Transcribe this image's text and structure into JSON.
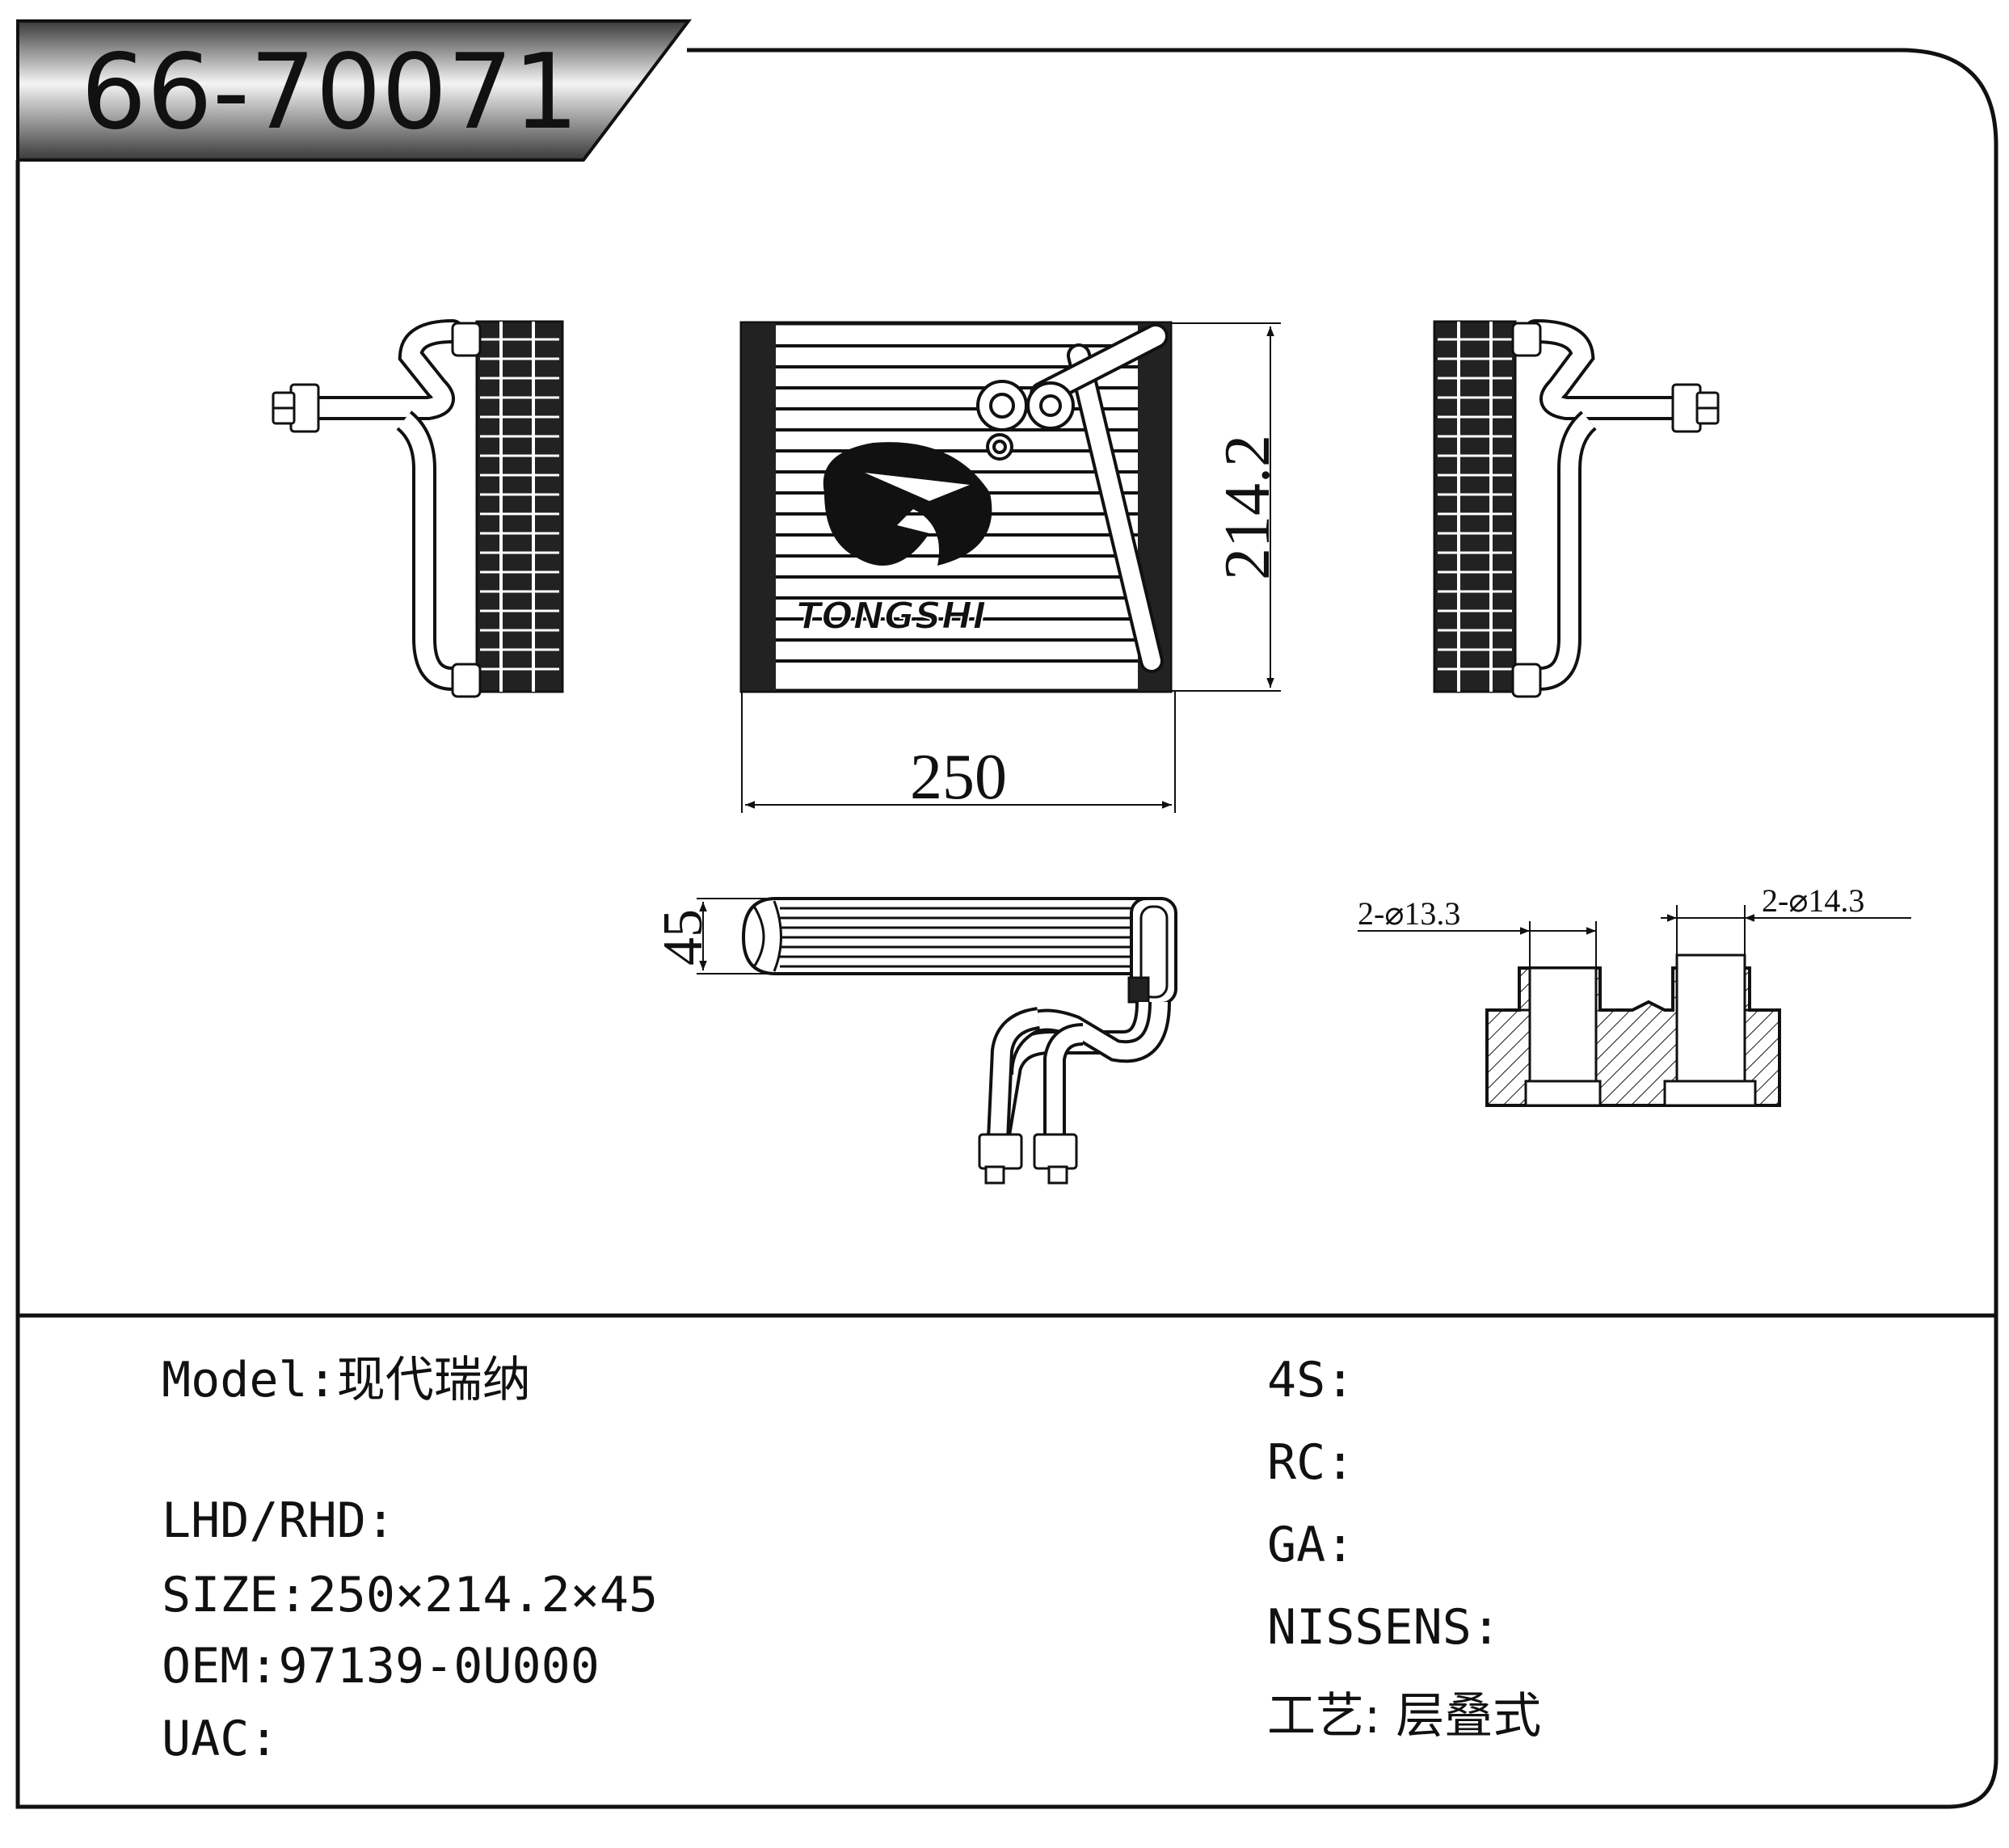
{
  "header": {
    "part_number": "66-70071"
  },
  "drawing": {
    "logo_text": "TONGSHI",
    "dimensions": {
      "width": "250",
      "height": "214.2",
      "depth": "45"
    },
    "holes": {
      "left_label": "2-⌀13.3",
      "right_label": "2-⌀14.3"
    }
  },
  "specs": {
    "left": [
      {
        "id": "model",
        "text": "Model:现代瑞纳"
      },
      {
        "id": "lhd-rhd",
        "text": "LHD/RHD:"
      },
      {
        "id": "size",
        "text": "SIZE:250×214.2×45"
      },
      {
        "id": "oem",
        "text": "OEM:97139-0U000"
      },
      {
        "id": "uac",
        "text": "UAC:"
      }
    ],
    "right": [
      {
        "id": "4s",
        "text": "4S:"
      },
      {
        "id": "rc",
        "text": "RC:"
      },
      {
        "id": "ga",
        "text": "GA:"
      },
      {
        "id": "nissens",
        "text": "NISSENS:"
      },
      {
        "id": "process",
        "text": "工艺: 层叠式"
      }
    ]
  },
  "colors": {
    "line": "#111111",
    "header_dark": "#3a3a3a",
    "header_light": "#f4f4f4",
    "background": "#ffffff"
  }
}
